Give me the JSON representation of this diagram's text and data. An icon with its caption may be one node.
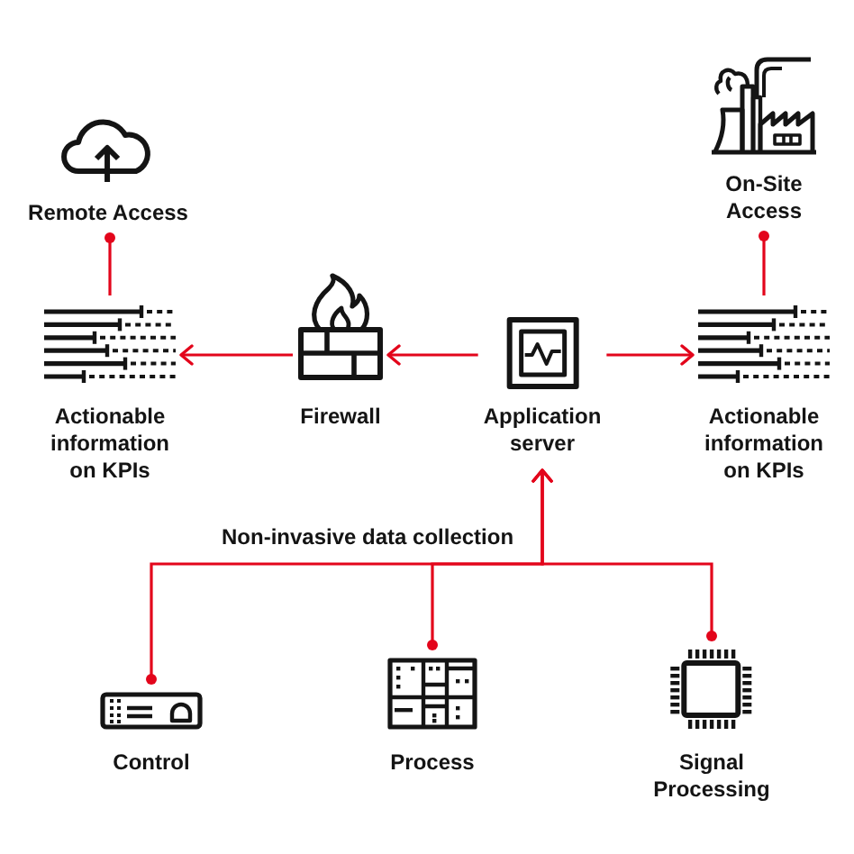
{
  "diagram": {
    "nodes": [
      {
        "text": [
          "Remote Access"
        ]
      },
      {
        "text": [
          "On-Site Access"
        ]
      },
      {
        "text": [
          "Actionable information on KPIs"
        ]
      },
      {
        "text": [
          "Firewall"
        ]
      },
      {
        "text": [
          "Application server"
        ]
      },
      {
        "text": [
          "Actionable information on KPIs"
        ]
      },
      {
        "text": [
          "Control"
        ]
      },
      {
        "text": [
          "Process"
        ]
      },
      {
        "text": [
          "Signal Processing"
        ]
      }
    ],
    "edges": [
      {
        "from": 4,
        "to": 3,
        "arrow": "to"
      },
      {
        "from": 3,
        "to": 2,
        "arrow": "to"
      },
      {
        "from": 4,
        "to": 5,
        "arrow": "to"
      },
      {
        "from": 2,
        "to": 0,
        "arrow": "other"
      },
      {
        "from": 5,
        "to": 1,
        "arrow": "other"
      },
      {
        "from": 6,
        "to": 4,
        "arrow": "to"
      },
      {
        "from": 7,
        "to": 4,
        "arrow": "to"
      },
      {
        "from": 8,
        "to": 4,
        "arrow": "to"
      }
    ],
    "labels": [
      "Non-invasive data collection"
    ]
  }
}
